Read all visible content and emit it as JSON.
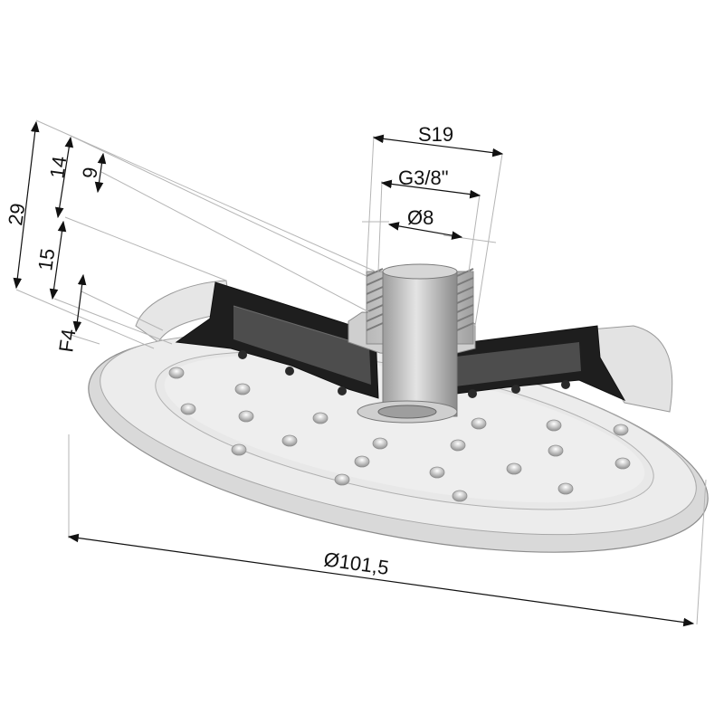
{
  "drawing": {
    "dimensions": {
      "s19": "S19",
      "thread": "G3/8\"",
      "bore": "Ø8",
      "height_total": "29",
      "height_14": "14",
      "height_9": "9",
      "height_15": "15",
      "height_f4": "F4",
      "diameter": "Ø101,5"
    },
    "colors": {
      "rubber_face": "#ededed",
      "rubber_edge": "#d6d6d6",
      "section_fill": "#4d4d4d",
      "section_dark": "#1e1e1e",
      "metal": "#bdbdbd",
      "line": "#9a9a9a"
    }
  }
}
